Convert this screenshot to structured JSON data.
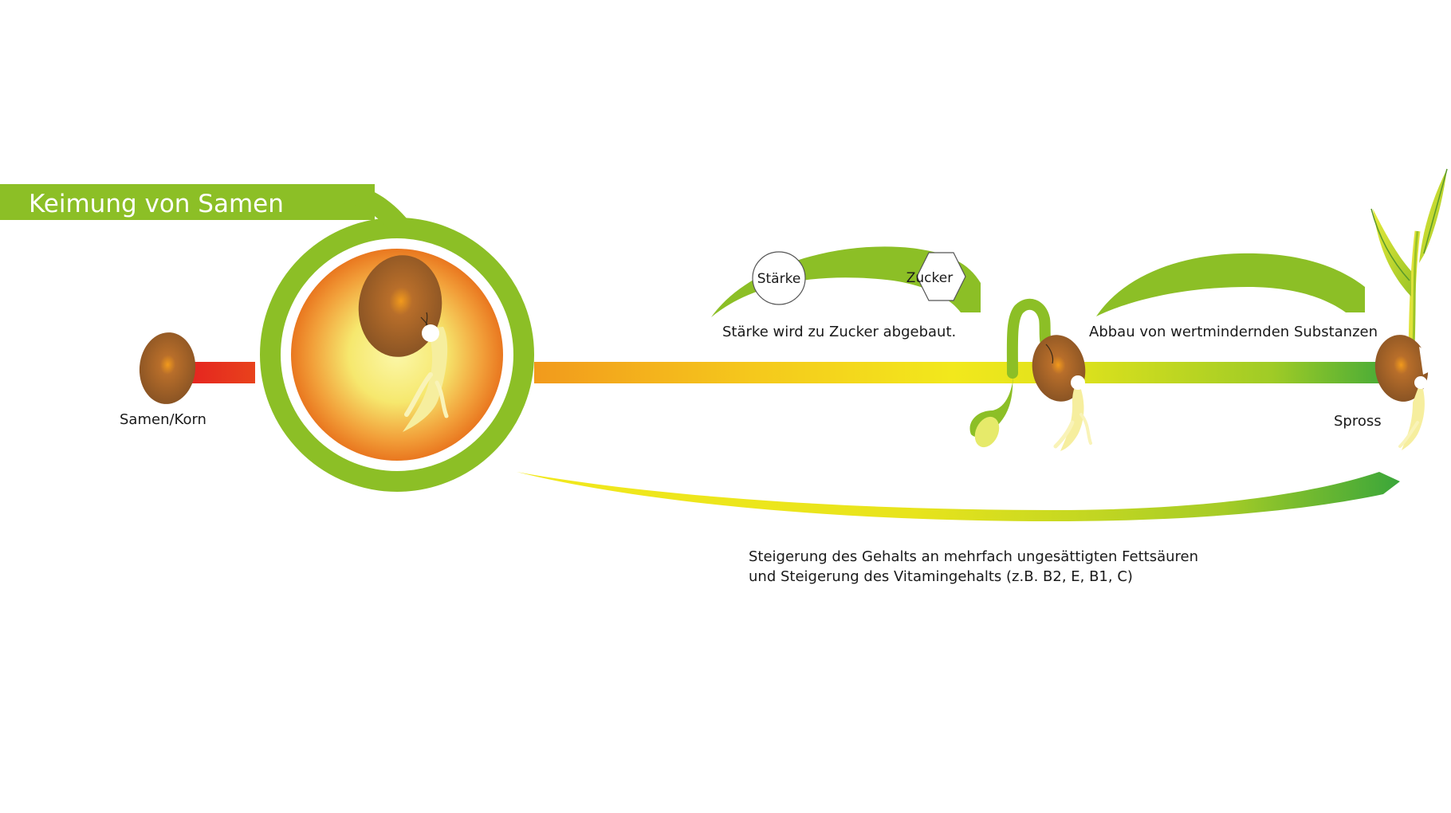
{
  "title": "Keimung von Samen",
  "labels": {
    "seed": "Samen/Korn",
    "sprout": "Spross",
    "starch_conversion": "Stärke wird zu Zucker abgebaut.",
    "breakdown": "Abbau von wertmindernden Substanzen",
    "increase_line1": "Steigerung des Gehalts an mehrfach ungesättigten Fettsäuren",
    "increase_line2": "und Steigerung des Vitamingehalts (z.B. B2, E, B1, C)"
  },
  "nodes": {
    "starch": "Stärke",
    "sugar": "Zucker"
  },
  "colors": {
    "green": "#8cbf26",
    "dark_green": "#3aa63a",
    "yellow": "#f2e81c",
    "orange": "#f29a1c",
    "red": "#e52420",
    "seed_brown": "#9a5a22",
    "root": "#f5eeaa"
  }
}
